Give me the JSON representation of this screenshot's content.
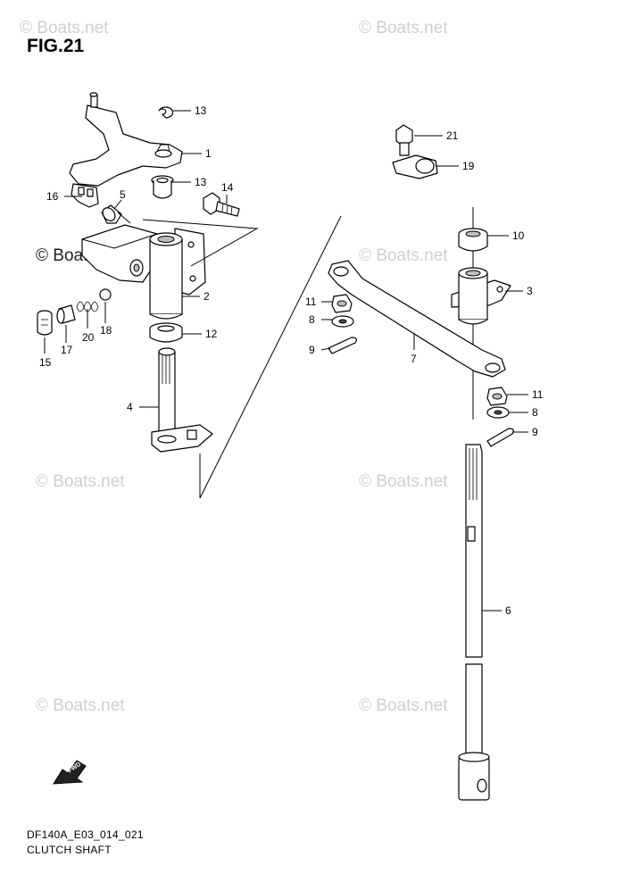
{
  "figure_label": "FIG.21",
  "watermark_text": "© Boats.net",
  "callouts": [
    "1",
    "2",
    "3",
    "4",
    "5",
    "6",
    "7",
    "8",
    "8",
    "9",
    "9",
    "10",
    "11",
    "11",
    "12",
    "13",
    "13",
    "14",
    "15",
    "16",
    "17",
    "18",
    "19",
    "20",
    "21"
  ],
  "fwd_label": "FWD",
  "footer": {
    "code": "DF140A_E03_014_021",
    "caption": "CLUTCH SHAFT"
  }
}
